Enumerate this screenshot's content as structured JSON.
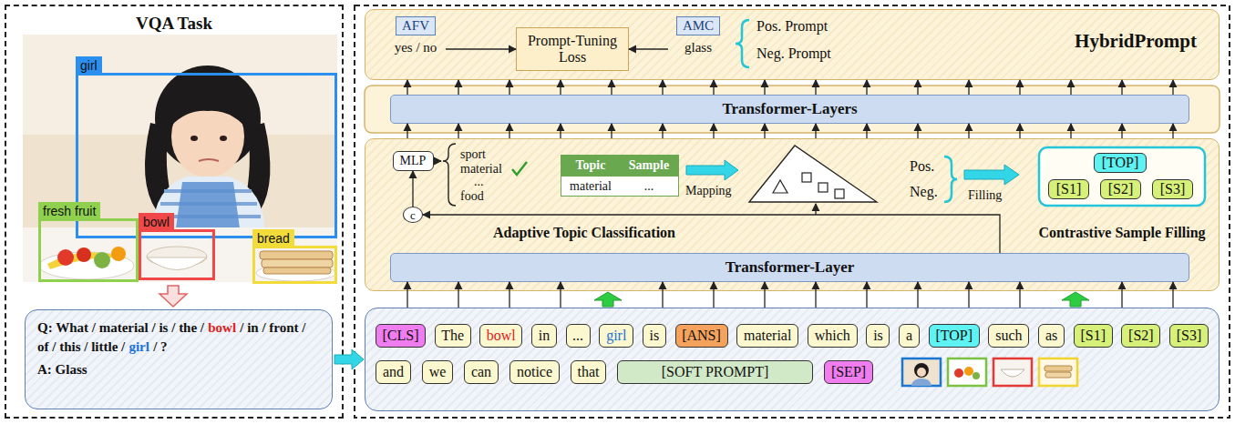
{
  "diagram": {
    "nodes": [
      {
        "text": [
          "VQA Task"
        ]
      },
      {
        "text": [
          "girl"
        ],
        "in": 0
      },
      {
        "text": [
          "fresh fruit"
        ],
        "in": 0
      },
      {
        "text": [
          "bowl"
        ],
        "in": 0
      },
      {
        "text": [
          "bread"
        ],
        "in": 0
      },
      {
        "text": [
          "Q: What / material / is / the /",
          "bowl",
          "/ in / front / of / this / little /",
          "girl",
          "/ ?",
          "A: Glass"
        ],
        "in": 0
      },
      {
        "text": [
          "HybridPrompt"
        ]
      },
      {
        "text": [
          "AFV",
          "yes / no"
        ],
        "in": 6
      },
      {
        "text": [
          "Prompt-Tuning Loss"
        ],
        "in": 6
      },
      {
        "text": [
          "AMC",
          "glass"
        ],
        "in": 6
      },
      {
        "text": [
          "Transformer-Layers"
        ]
      },
      {
        "text": [
          "Adaptive Topic Classification",
          "Contrastive Sample Filling"
        ]
      },
      {
        "text": [
          "MLP"
        ],
        "in": 11
      },
      {
        "text": [
          "c"
        ],
        "in": 11
      },
      {
        "text": [
          "Topic",
          "Sample",
          "material",
          "..."
        ],
        "in": 11
      },
      {
        "text": [
          "[TOP]"
        ],
        "in": 11
      },
      {
        "text": [
          "[S1]"
        ],
        "in": 11
      },
      {
        "text": [
          "[S2]"
        ],
        "in": 11
      },
      {
        "text": [
          "[S3]"
        ],
        "in": 11
      },
      {
        "text": [
          "Transformer-Layer"
        ],
        "in": 11
      },
      {
        "text": []
      },
      {
        "text": [
          "[CLS]"
        ],
        "in": 20
      },
      {
        "text": [
          "The"
        ],
        "in": 20
      },
      {
        "text": [
          "bowl"
        ],
        "in": 20
      },
      {
        "text": [
          "in"
        ],
        "in": 20
      },
      {
        "text": [
          "..."
        ],
        "in": 20
      },
      {
        "text": [
          "girl"
        ],
        "in": 20
      },
      {
        "text": [
          "is"
        ],
        "in": 20
      },
      {
        "text": [
          "[ANS]"
        ],
        "in": 20
      },
      {
        "text": [
          "material"
        ],
        "in": 20
      },
      {
        "text": [
          "which"
        ],
        "in": 20
      },
      {
        "text": [
          "is"
        ],
        "in": 20
      },
      {
        "text": [
          "a"
        ],
        "in": 20
      },
      {
        "text": [
          "[TOP]"
        ],
        "in": 20
      },
      {
        "text": [
          "such"
        ],
        "in": 20
      },
      {
        "text": [
          "as"
        ],
        "in": 20
      },
      {
        "text": [
          "[S1]"
        ],
        "in": 20
      },
      {
        "text": [
          "[S2]"
        ],
        "in": 20
      },
      {
        "text": [
          "[S3]"
        ],
        "in": 20
      },
      {
        "text": [
          "and"
        ],
        "in": 20
      },
      {
        "text": [
          "we"
        ],
        "in": 20
      },
      {
        "text": [
          "can"
        ],
        "in": 20
      },
      {
        "text": [
          "notice"
        ],
        "in": 20
      },
      {
        "text": [
          "that"
        ],
        "in": 20
      },
      {
        "text": [
          "[SOFT PROMPT]"
        ],
        "in": 20
      },
      {
        "text": [
          "[SEP]"
        ],
        "in": 20
      }
    ],
    "edges": [
      {
        "from": 7,
        "to": 8,
        "arrow": "to"
      },
      {
        "from": 9,
        "to": 8,
        "arrow": "to"
      },
      {
        "from": 10,
        "to": 6,
        "arrow": "to"
      },
      {
        "from": 11,
        "to": 10,
        "arrow": "to"
      },
      {
        "from": 20,
        "to": 19,
        "arrow": "to"
      },
      {
        "from": 13,
        "to": 12,
        "arrow": "to"
      },
      {
        "from": 19,
        "to": 13,
        "arrow": "to"
      },
      {
        "from": 5,
        "to": 20,
        "arrow": "to"
      }
    ],
    "labels": [
      "Pos. Prompt",
      "Neg. Prompt",
      "sport",
      "material",
      "...",
      "food",
      "Mapping",
      "Pos.",
      "Neg.",
      "Filling"
    ]
  }
}
